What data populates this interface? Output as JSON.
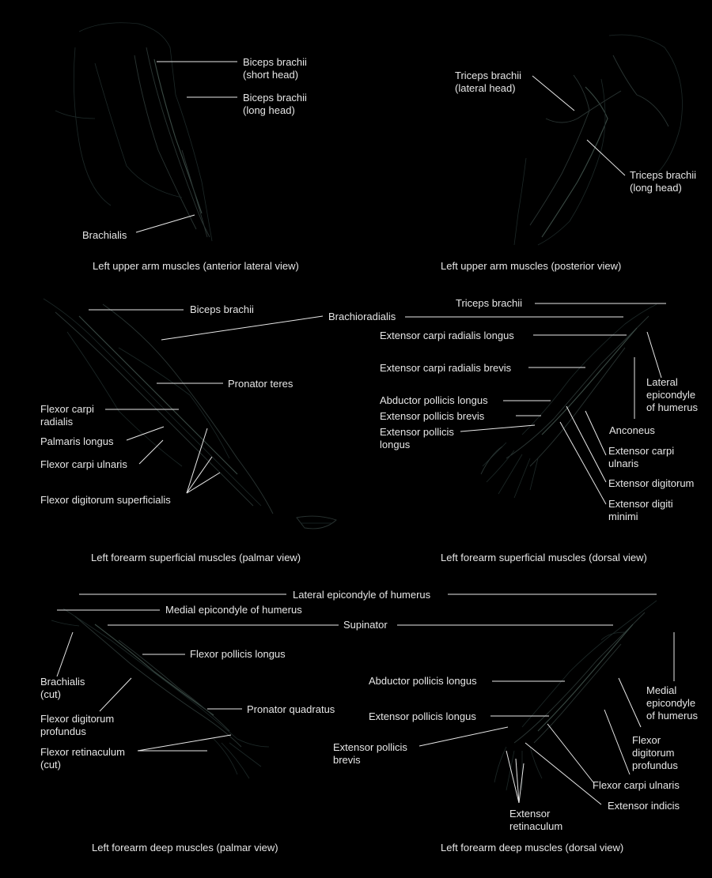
{
  "panels": {
    "p1": {
      "caption": "Left upper arm muscles (anterior lateral view)",
      "labels": [
        [
          "Biceps brachii",
          "(short head)"
        ],
        [
          "Biceps brachii",
          "(long head)"
        ],
        [
          "Brachialis"
        ]
      ]
    },
    "p2": {
      "caption": "Left upper arm muscles (posterior view)",
      "labels": [
        [
          "Triceps brachii",
          "(lateral head)"
        ],
        [
          "Triceps brachii",
          "(long head)"
        ]
      ]
    },
    "p3": {
      "caption": "Left forearm superficial muscles (palmar view)",
      "labels": [
        [
          "Biceps brachii"
        ],
        [
          "Brachioradialis"
        ],
        [
          "Pronator teres"
        ],
        [
          "Flexor carpi",
          "radialis"
        ],
        [
          "Palmaris longus"
        ],
        [
          "Flexor carpi ulnaris"
        ],
        [
          "Flexor digitorum superficialis"
        ]
      ]
    },
    "p4": {
      "caption": "Left forearm superficial muscles (dorsal view)",
      "labels": [
        [
          "Triceps brachii"
        ],
        [
          "Extensor carpi radialis longus"
        ],
        [
          "Extensor carpi radialis brevis"
        ],
        [
          "Abductor pollicis longus"
        ],
        [
          "Extensor pollicis brevis"
        ],
        [
          "Extensor pollicis",
          "longus"
        ],
        [
          "Lateral",
          "epicondyle",
          "of humerus"
        ],
        [
          "Anconeus"
        ],
        [
          "Extensor carpi",
          "ulnaris"
        ],
        [
          "Extensor digitorum"
        ],
        [
          "Extensor digiti",
          "minimi"
        ]
      ]
    },
    "p5": {
      "caption": "Left forearm deep muscles (palmar view)",
      "labels": [
        [
          "Lateral epicondyle of humerus"
        ],
        [
          "Medial epicondyle of humerus"
        ],
        [
          "Supinator"
        ],
        [
          "Flexor pollicis longus"
        ],
        [
          "Brachialis",
          "(cut)"
        ],
        [
          "Flexor digitorum",
          "profundus"
        ],
        [
          "Pronator quadratus"
        ],
        [
          "Flexor retinaculum",
          "(cut)"
        ]
      ]
    },
    "p6": {
      "caption": "Left forearm deep muscles (dorsal view)",
      "labels": [
        [
          "Abductor pollicis longus"
        ],
        [
          "Extensor pollicis longus"
        ],
        [
          "Extensor pollicis",
          "brevis"
        ],
        [
          "Medial",
          "epicondyle",
          "of humerus"
        ],
        [
          "Flexor",
          "digitorum",
          "profundus"
        ],
        [
          "Flexor carpi ulnaris"
        ],
        [
          "Extensor indicis"
        ],
        [
          "Extensor",
          "retinaculum"
        ]
      ]
    }
  },
  "colors": {
    "background": "#000000",
    "text": "#e6e6e6",
    "leader": "#e8e8e8",
    "sketch": "#3a4a44"
  }
}
